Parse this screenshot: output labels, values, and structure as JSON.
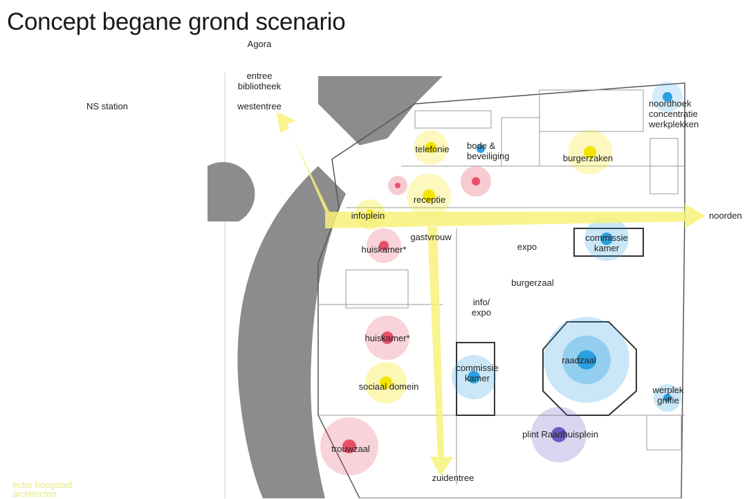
{
  "title": "Concept begane grond  scenario",
  "labels": {
    "agora": "Agora",
    "ns_station": "NS station",
    "entree_bibliotheek": "entree\nbibliotheek",
    "westentree": "westentree",
    "telefonie": "telefonie",
    "bode": "bode &\nbeveiliging",
    "burgerzaken": "burgerzaken",
    "noordhoek": "noordhoek\nconcentratie\nwerkplekken",
    "noorden": "noorden",
    "receptie": "receptie",
    "infoplein": "infoplein",
    "gastvrouw": "gastvrouw",
    "huiskamer_1": "huiskamer*",
    "expo": "expo",
    "commissie_kamer_1": "commissie\nkamer",
    "burgerzaal": "burgerzaal",
    "info_expo": "info/\nexpo",
    "huiskamer_2": "huiskamer*",
    "raadzaal": "raadzaal",
    "commissie_kamer_2": "commissie\nkamer",
    "sociaal_domein": "sociaal domein",
    "werkplek_griffie": "werplek\ngriffie",
    "plint": "plint Raadhuisplein",
    "trouwzaal": "trouwzaal",
    "zuidentree": "zuidentree"
  },
  "logo": "ector hoogstad\narchitecten",
  "colors": {
    "route": "#f7f27a",
    "yellow": "#f5e400",
    "red": "#e8506a",
    "blue": "#2aa0e0",
    "purple": "#6a5cc0",
    "wall": "#8a8a8a"
  }
}
